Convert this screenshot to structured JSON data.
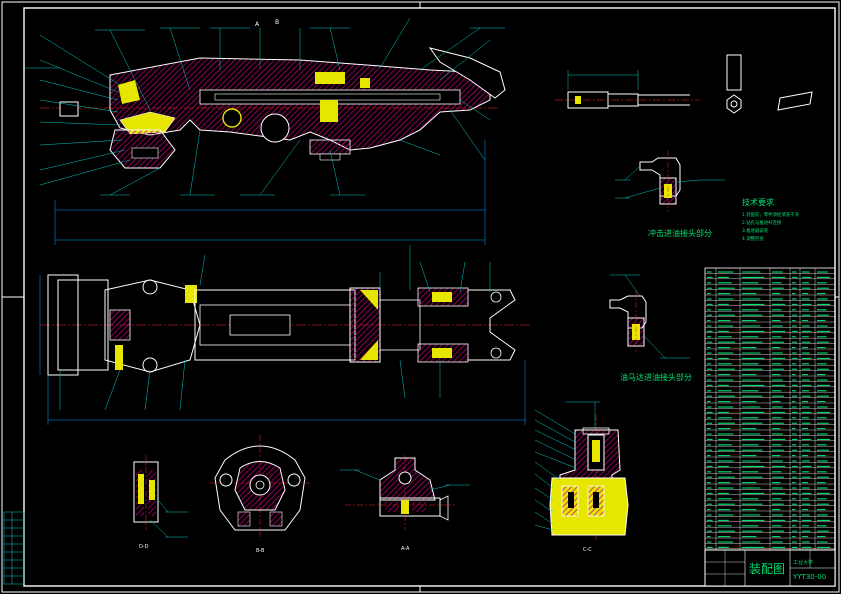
{
  "tech_requirements": {
    "title": "技术要求",
    "items": [
      "1.装配前，零件须经清洗干净",
      "2.钻孔与推进杆连接",
      "3.推进器安装",
      "4.调整检查"
    ]
  },
  "labels": {
    "impact_detail": "冲击进油接头部分",
    "motor_detail": "油马达进油接头部分",
    "view_dd": "D-D",
    "view_bb": "B-B",
    "view_aa": "A-A",
    "view_cc": "C-C",
    "section_a": "A",
    "section_b": "B"
  },
  "title_block": {
    "title": "装配图",
    "drawing_no": "YYT30-00",
    "school": "工业大学"
  },
  "colors": {
    "frame": "#ffffff",
    "outline": "#ffffff",
    "leader": "#00c8c8",
    "center": "#ff2020",
    "hatch": "#c8007a",
    "accent": "#e6e600",
    "text": "#00e070",
    "dim": "#00a0ff"
  }
}
